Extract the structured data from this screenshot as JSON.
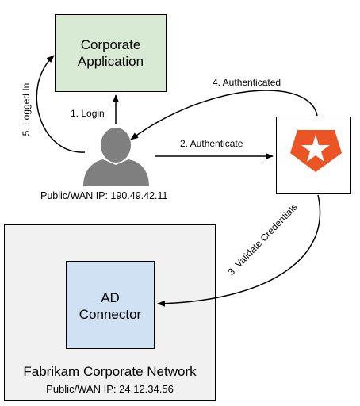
{
  "nodes": {
    "corporate_app": {
      "line1": "Corporate",
      "line2": "Application"
    },
    "ad_connector": {
      "line1": "AD",
      "line2": "Connector"
    },
    "corporate_network": {
      "title": "Fabrikam Corporate Network",
      "ip": "Public/WAN IP: 24.12.34.56"
    },
    "user": {
      "ip": "Public/WAN IP: 190.49.42.11",
      "icon": "user-icon"
    },
    "auth0": {
      "icon": "auth0-shield-star-icon",
      "color": "#eb5424"
    }
  },
  "edges": {
    "login": "1. Login",
    "authenticate": "2. Authenticate",
    "validate": "3. Validate Credentials",
    "authenticated": "4. Authenticated",
    "logged_in": "5. Logged In"
  }
}
